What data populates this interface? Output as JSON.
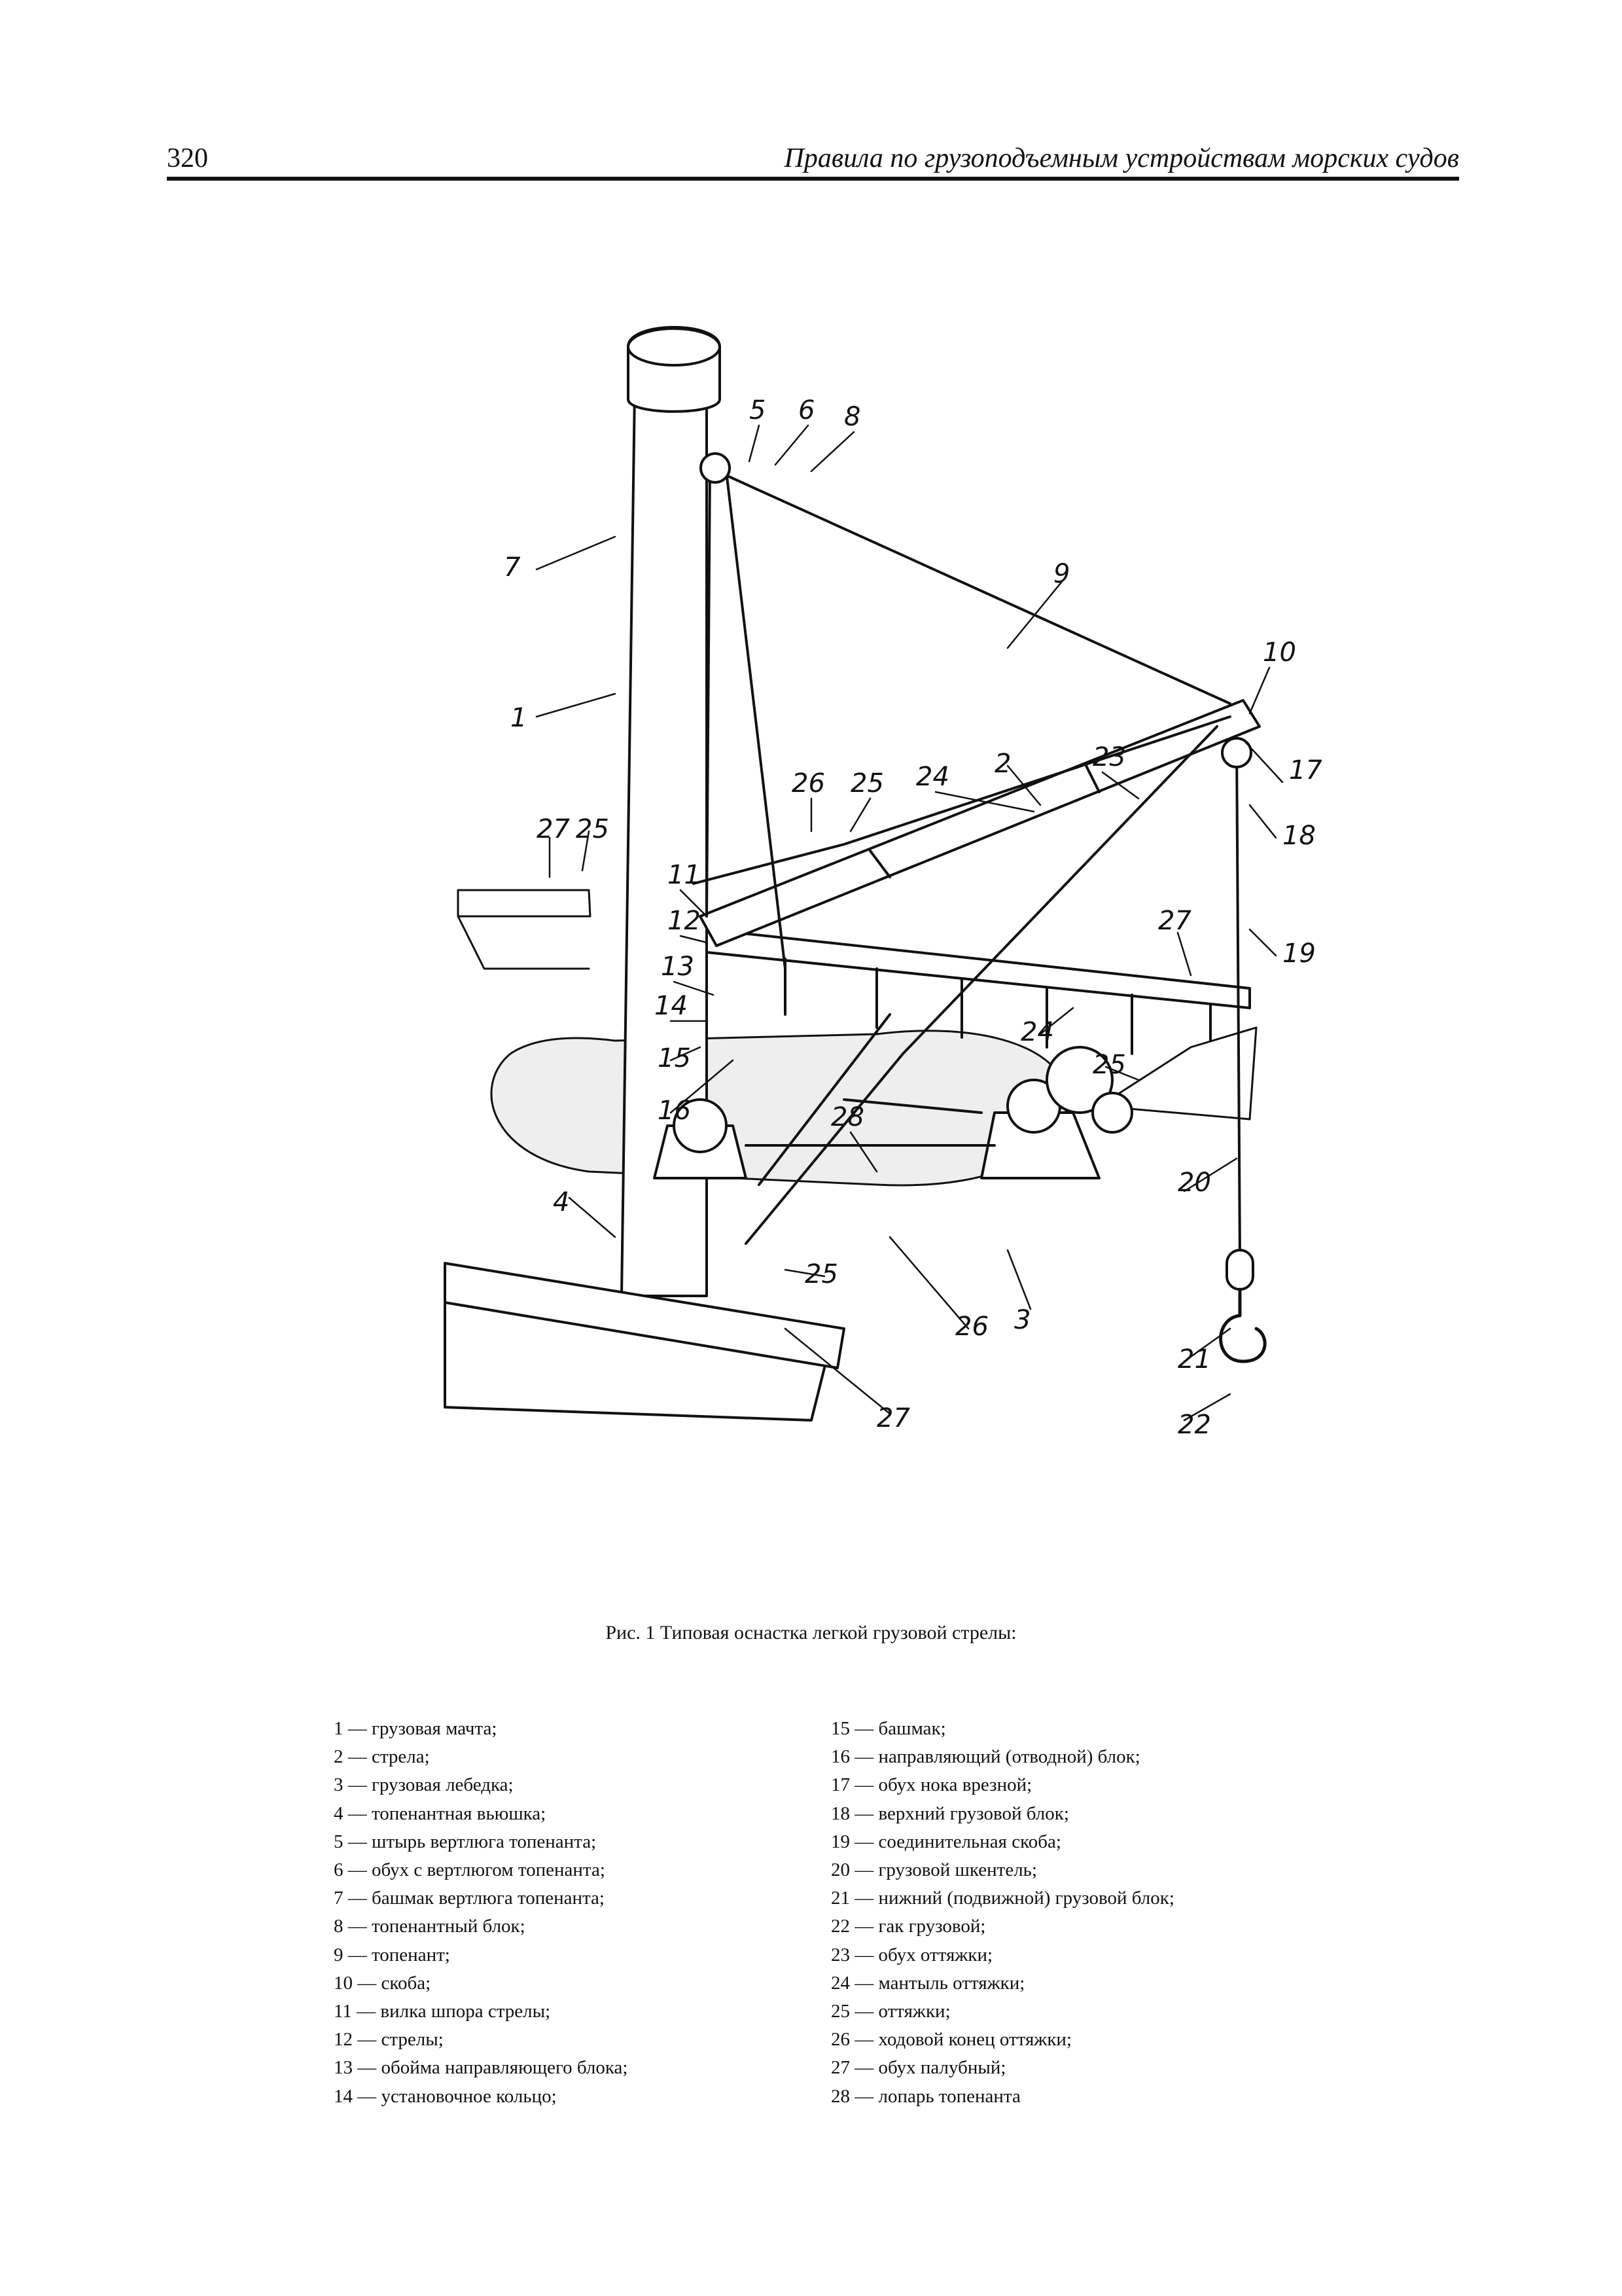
{
  "header": {
    "page_number": "320",
    "running_title": "Правила по грузоподъемным устройствам морских судов"
  },
  "figure": {
    "callouts": [
      "1",
      "2",
      "3",
      "4",
      "5",
      "6",
      "7",
      "8",
      "9",
      "10",
      "11",
      "12",
      "13",
      "14",
      "15",
      "16",
      "17",
      "18",
      "19",
      "20",
      "21",
      "22",
      "23",
      "24",
      "24",
      "25",
      "25",
      "25",
      "25",
      "26",
      "26",
      "27",
      "27",
      "27",
      "28"
    ]
  },
  "caption": "Рис. 1 Типовая оснастка легкой грузовой стрелы:",
  "legend": {
    "column_1": [
      "1 — грузовая мачта;",
      "2 — стрела;",
      "3 — грузовая лебедка;",
      "4 — топенантная вьюшка;",
      "5 — штырь вертлюга топенанта;",
      "6 — обух с вертлюгом топенанта;",
      "7 — башмак вертлюга топенанта;",
      "8 — топенантный блок;",
      "9 — топенант;",
      "10 — скоба;",
      "11 — вилка шпора стрелы;",
      "12 — стрелы;",
      "13 — обойма направляющего блока;",
      "14 — установочное кольцо;"
    ],
    "column_2": [
      "15 — башмак;",
      "16 — направляющий (отводной) блок;",
      "17 — обух нока врезной;",
      "18 — верхний грузовой блок;",
      "19 — соединительная скоба;",
      "20 — грузовой шкентель;",
      "21 — нижний (подвижной) грузовой блок;",
      "22 — гак грузовой;",
      "23 — обух оттяжки;",
      "24 — мантыль оттяжки;",
      "25 — оттяжки;",
      "26 — ходовой конец оттяжки;",
      "27 — обух палубный;",
      "28 — лопарь топенанта"
    ]
  }
}
